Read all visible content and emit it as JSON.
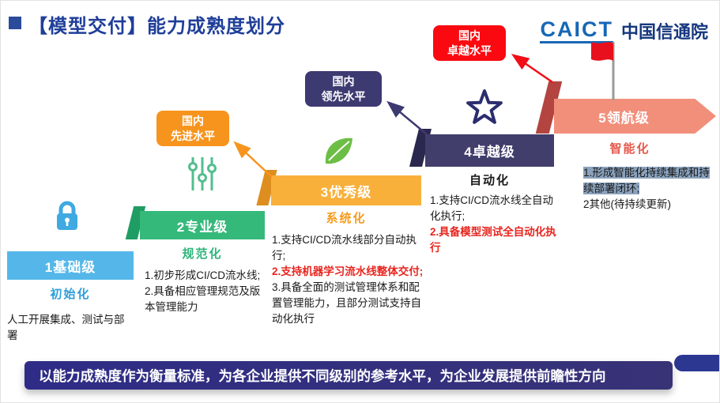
{
  "header": {
    "title": "【模型交付】能力成熟度划分"
  },
  "logo": {
    "latin": "CAICT",
    "cn": "中国信通院"
  },
  "badges": {
    "advanced": "国内\n先进水平",
    "leading": "国内\n领先水平",
    "excellent": "国内\n卓越水平"
  },
  "levels": [
    {
      "name": "1基础级",
      "phase": "初始化",
      "icon": "lock-icon",
      "color": "#55B7E9",
      "items": [
        "人工开展集成、测试与部署"
      ]
    },
    {
      "name": "2专业级",
      "phase": "规范化",
      "icon": "sliders-icon",
      "color": "#35B97B",
      "items": [
        "1.初步形成CI/CD流水线;",
        "2.具备相应管理规范及版本管理能力"
      ]
    },
    {
      "name": "3优秀级",
      "phase": "系统化",
      "icon": "leaf-icon",
      "color": "#F9B03B",
      "items": [
        "1.支持CI/CD流水线部分自动执行;",
        "2.支持机器学习流水线整体交付;",
        "3.具备全面的测试管理体系和配置管理能力，且部分测试支持自动化执行"
      ]
    },
    {
      "name": "4卓越级",
      "phase": "自动化",
      "icon": "star-icon",
      "color": "#413E6B",
      "items": [
        "1.支持CI/CD流水线全自动化执行;",
        "2.具备模型测试全自动化执行"
      ]
    },
    {
      "name": "5领航级",
      "phase": "智能化",
      "icon": "flag-icon",
      "color": "#F28F7B",
      "items": [
        "1.形成智能化持续集成和持续部署闭环;",
        "2其他(待持续更新)"
      ]
    }
  ],
  "footer": {
    "text": "以能力成熟度作为衡量标准，为各企业提供不同级别的参考水平，为企业发展提供前瞻性方向"
  },
  "colors": {
    "title": "#1F3E99",
    "badge_advanced": "#F7941D",
    "badge_leading": "#3D3A71",
    "badge_excellent": "#FA0A10",
    "red_text": "#E8251F",
    "highlight_bg": "#8AA2BD",
    "footer_bg": "#2E2C86"
  }
}
